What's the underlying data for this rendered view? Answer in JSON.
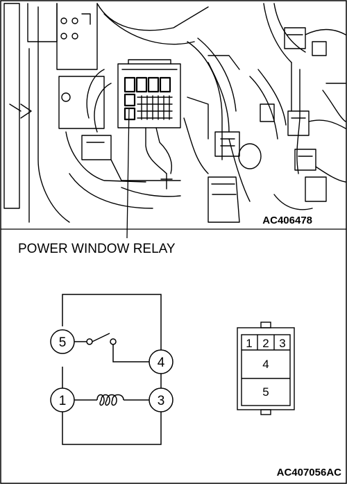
{
  "top_figure": {
    "code": "AC406478",
    "callout_label": "POWER WINDOW RELAY"
  },
  "bottom_figure": {
    "code": "AC407056AC",
    "relay_schematic": {
      "terminals": [
        "5",
        "4",
        "1",
        "3"
      ]
    },
    "connector": {
      "top_row": [
        "1",
        "2",
        "3"
      ],
      "middle": "4",
      "bottom": "5"
    }
  }
}
